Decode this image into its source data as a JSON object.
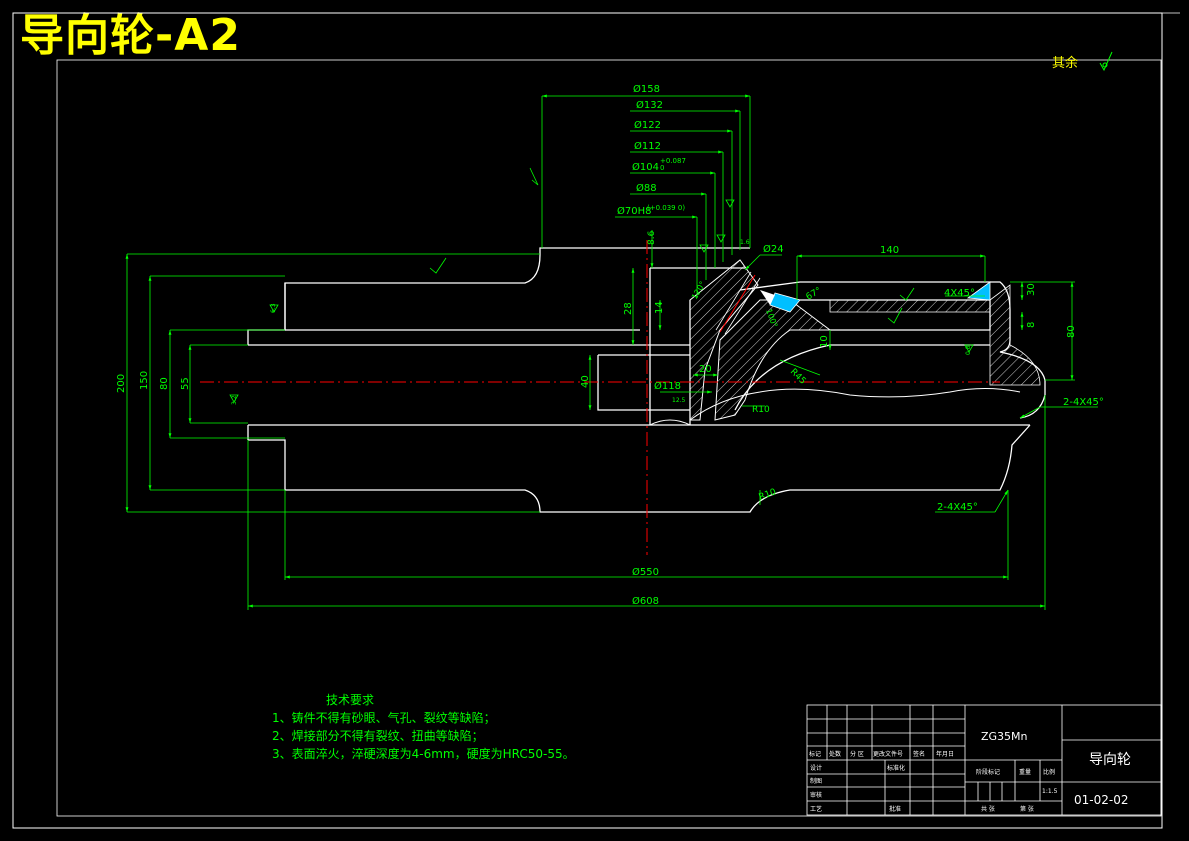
{
  "header": {
    "title": "导向轮-A2"
  },
  "surface_finish": {
    "label": "其余"
  },
  "dimensions": {
    "d158": "Ø158",
    "d132": "Ø132",
    "d122": "Ø122",
    "d112": "Ø112",
    "d104": "Ø104",
    "d104_tol": "+0.087",
    "d104_tol_lo": "0",
    "d88": "Ø88",
    "d70": "Ø70H8",
    "d70_tol": "(+0.039 0)",
    "d24": "Ø24",
    "d118": "Ø118",
    "d550": "Ø550",
    "d608": "Ø608",
    "l140": "140",
    "h200": "200",
    "h150": "150",
    "h80": "80",
    "h55": "55",
    "h28": "28",
    "h14": "14",
    "h40": "40",
    "h20": "20",
    "h30": "30",
    "h8": "8",
    "h80r": "80",
    "h10": "10",
    "v8_6": "8.6",
    "r10a": "R10",
    "r10b": "R10",
    "r45": "R45",
    "a67": "67°",
    "a120": "120°",
    "a100": "100°",
    "c4x45": "4X45°",
    "c2x45a": "2-4X45°",
    "c2x45b": "2-4X45°",
    "n6_3": "6.3",
    "n3_2": "3.2",
    "n1_6": "1.6",
    "n0_8": "0.8",
    "n12_5": "12.5"
  },
  "tech_req": {
    "title": "技术要求",
    "items": [
      "1、铸件不得有砂眼、气孔、裂纹等缺陷；",
      "2、焊接部分不得有裂纹、扭曲等缺陷；",
      "3、表面淬火，淬硬深度为4-6mm，硬度为HRC50-55。"
    ]
  },
  "title_block": {
    "material": "ZG35Mn",
    "part_name": "导向轮",
    "drawing_no": "01-02-02",
    "scale_value": "1:1.5",
    "h_mark": "标记",
    "h_count": "处数",
    "h_zone": "分 区",
    "h_docno": "更改文件号",
    "h_sign": "签名",
    "h_date": "年月日",
    "r_design": "设计",
    "r_std": "标准化",
    "r_draw": "制图",
    "r_check": "审核",
    "r_proc": "工艺",
    "r_approve": "批准",
    "stage_mark": "阶段标记",
    "weight": "重量",
    "scale": "比例",
    "sheet_total": "共  张",
    "sheet_no": "第  张"
  },
  "colors": {
    "background": "#000000",
    "outline": "#ffffff",
    "dimension": "#00ff00",
    "centerline": "#ff0000",
    "title": "#ffff00",
    "hatch_fill": "#00bfff"
  }
}
